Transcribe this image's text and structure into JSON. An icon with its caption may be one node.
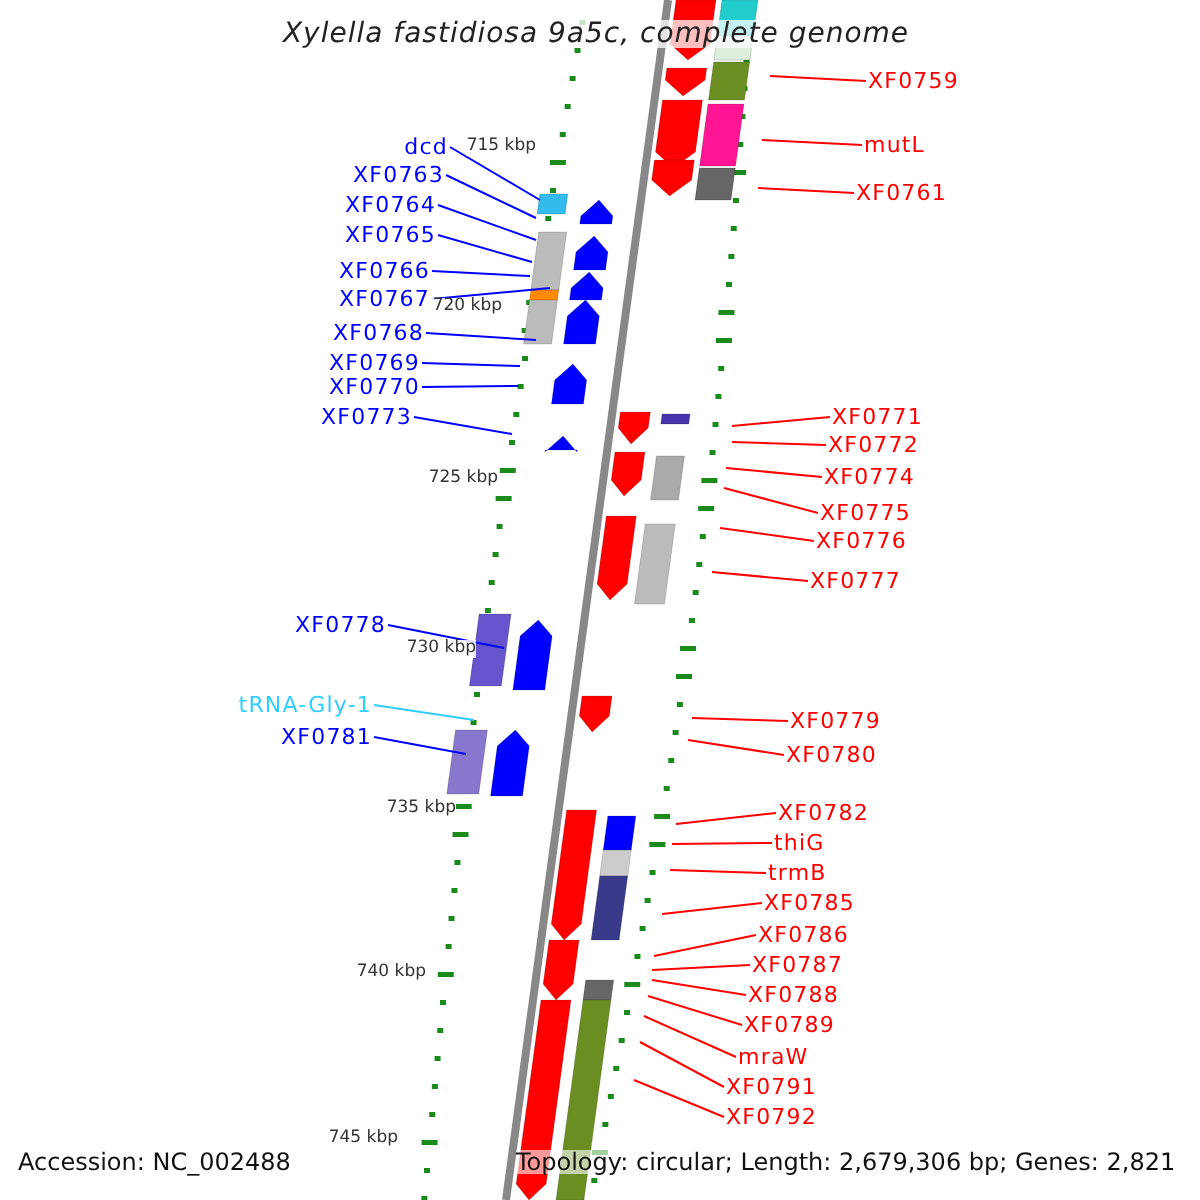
{
  "diagram": {
    "title": "Xylella fastidiosa 9a5c, complete genome",
    "nodes": [
      {
        "text": [
          "XF0759"
        ]
      },
      {
        "text": [
          "mutL"
        ]
      },
      {
        "text": [
          "dcd"
        ]
      },
      {
        "text": [
          "XF0761"
        ]
      },
      {
        "text": [
          "XF0763"
        ]
      },
      {
        "text": [
          "XF0764"
        ]
      },
      {
        "text": [
          "XF0765"
        ]
      },
      {
        "text": [
          "XF0766"
        ]
      },
      {
        "text": [
          "XF0767"
        ]
      },
      {
        "text": [
          "XF0768"
        ]
      },
      {
        "text": [
          "XF0769"
        ]
      },
      {
        "text": [
          "XF0770"
        ]
      },
      {
        "text": [
          "XF0773"
        ]
      },
      {
        "text": [
          "XF0771"
        ]
      },
      {
        "text": [
          "XF0772"
        ]
      },
      {
        "text": [
          "XF0774"
        ]
      },
      {
        "text": [
          "XF0775"
        ]
      },
      {
        "text": [
          "XF0776"
        ]
      },
      {
        "text": [
          "XF0777"
        ]
      },
      {
        "text": [
          "XF0778"
        ]
      },
      {
        "text": [
          "tRNA-Gly-1"
        ]
      },
      {
        "text": [
          "XF0779"
        ]
      },
      {
        "text": [
          "XF0781"
        ]
      },
      {
        "text": [
          "XF0780"
        ]
      },
      {
        "text": [
          "XF0782"
        ]
      },
      {
        "text": [
          "thiG"
        ]
      },
      {
        "text": [
          "trmB"
        ]
      },
      {
        "text": [
          "XF0785"
        ]
      },
      {
        "text": [
          "XF0786"
        ]
      },
      {
        "text": [
          "XF0787"
        ]
      },
      {
        "text": [
          "XF0788"
        ]
      },
      {
        "text": [
          "XF0789"
        ]
      },
      {
        "text": [
          "mraW"
        ]
      },
      {
        "text": [
          "XF0791"
        ]
      },
      {
        "text": [
          "XF0792"
        ]
      }
    ],
    "edges": [
      {
        "from": 0,
        "to": null,
        "arrow": "none"
      },
      {
        "from": 1,
        "to": null,
        "arrow": "none"
      },
      {
        "from": 2,
        "to": null,
        "arrow": "none",
        "color": "#0000ff"
      },
      {
        "from": 3,
        "to": null,
        "arrow": "none"
      },
      {
        "from": 4,
        "to": null,
        "arrow": "none",
        "color": "#0000ff"
      },
      {
        "from": 5,
        "to": null,
        "arrow": "none",
        "color": "#0000ff"
      },
      {
        "from": 6,
        "to": null,
        "arrow": "none",
        "color": "#0000ff"
      },
      {
        "from": 7,
        "to": null,
        "arrow": "none",
        "color": "#0000ff"
      },
      {
        "from": 8,
        "to": null,
        "arrow": "none",
        "color": "#0000ff"
      },
      {
        "from": 9,
        "to": null,
        "arrow": "none",
        "color": "#0000ff"
      },
      {
        "from": 10,
        "to": null,
        "arrow": "none",
        "color": "#0000ff"
      },
      {
        "from": 11,
        "to": null,
        "arrow": "none",
        "color": "#0000ff"
      },
      {
        "from": 12,
        "to": null,
        "arrow": "none",
        "color": "#0000ff"
      },
      {
        "from": 13,
        "to": null,
        "arrow": "none"
      },
      {
        "from": 14,
        "to": null,
        "arrow": "none"
      },
      {
        "from": 15,
        "to": null,
        "arrow": "none"
      },
      {
        "from": 16,
        "to": null,
        "arrow": "none"
      },
      {
        "from": 17,
        "to": null,
        "arrow": "none"
      },
      {
        "from": 18,
        "to": null,
        "arrow": "none"
      },
      {
        "from": 19,
        "to": null,
        "arrow": "none",
        "color": "#0000ff"
      },
      {
        "from": 20,
        "to": null,
        "arrow": "none",
        "color": "#33ccff"
      },
      {
        "from": 21,
        "to": null,
        "arrow": "none"
      },
      {
        "from": 22,
        "to": null,
        "arrow": "none",
        "color": "#0000ff"
      },
      {
        "from": 23,
        "to": null,
        "arrow": "none"
      },
      {
        "from": 24,
        "to": null,
        "arrow": "none"
      },
      {
        "from": 25,
        "to": null,
        "arrow": "none"
      },
      {
        "from": 26,
        "to": null,
        "arrow": "none"
      },
      {
        "from": 27,
        "to": null,
        "arrow": "none"
      },
      {
        "from": 28,
        "to": null,
        "arrow": "none"
      },
      {
        "from": 29,
        "to": null,
        "arrow": "none"
      },
      {
        "from": 30,
        "to": null,
        "arrow": "none"
      },
      {
        "from": 31,
        "to": null,
        "arrow": "none"
      },
      {
        "from": 32,
        "to": null,
        "arrow": "none"
      },
      {
        "from": 33,
        "to": null,
        "arrow": "none"
      },
      {
        "from": 34,
        "to": null,
        "arrow": "none"
      }
    ],
    "labels": [
      "715 kbp",
      "720 kbp",
      "725 kbp",
      "730 kbp",
      "735 kbp",
      "740 kbp",
      "Accession: NC_002488",
      "745 kbp",
      "Topology: circular; Length: 2,679,306 bp; Genes: 2,821"
    ]
  }
}
